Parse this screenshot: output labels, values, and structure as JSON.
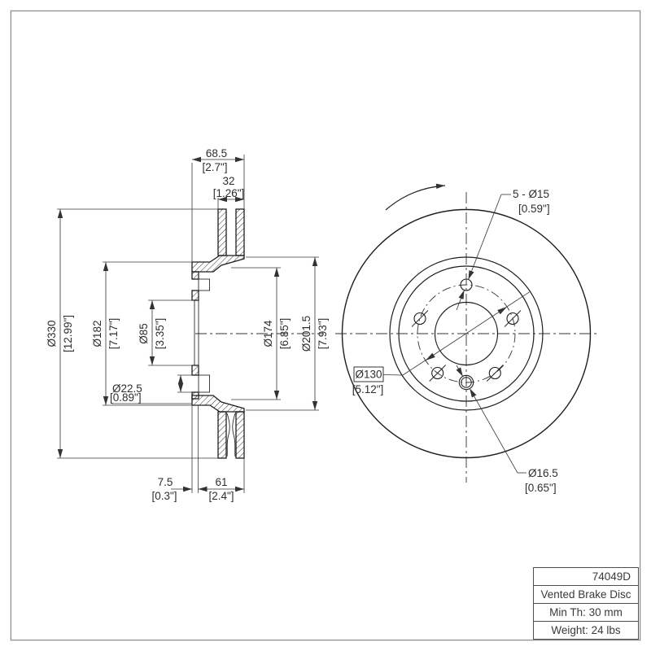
{
  "table": {
    "rows": [
      "74049D",
      "Vented Brake Disc",
      "Min Th: 30 mm",
      "Weight: 24 lbs"
    ]
  },
  "section_view": {
    "dims": {
      "overall_width": {
        "mm": "68.5",
        "in": "[2.7\"]"
      },
      "disc_thickness": {
        "mm": "32",
        "in": "[1.26\"]"
      },
      "outer_diameter": {
        "mm": "Ø330",
        "in": "[12.99\"]"
      },
      "hat_diameter": {
        "mm": "Ø182",
        "in": "[7.17\"]"
      },
      "center_bore": {
        "mm": "Ø85",
        "in": "[3.35\"]"
      },
      "pilot_diameter": {
        "mm": "Ø22.5",
        "in": "[0.89\"]"
      },
      "friction_inner_diameter": {
        "mm": "Ø174",
        "in": "[6.85\"]"
      },
      "hat_outer_diameter": {
        "mm": "Ø201.5",
        "in": "[7.93\"]"
      },
      "flange_offset": {
        "mm": "7.5",
        "in": "[0.3\"]"
      },
      "hat_depth": {
        "mm": "61",
        "in": "[2.4\"]"
      }
    }
  },
  "front_view": {
    "dims": {
      "bolt_holes": {
        "mm": "5 - Ø15",
        "in": "[0.59\"]"
      },
      "bolt_circle": {
        "mm": "Ø130",
        "in": "[5.12\"]"
      },
      "locating_hole": {
        "mm": "Ø16.5",
        "in": "[0.65\"]"
      }
    }
  }
}
